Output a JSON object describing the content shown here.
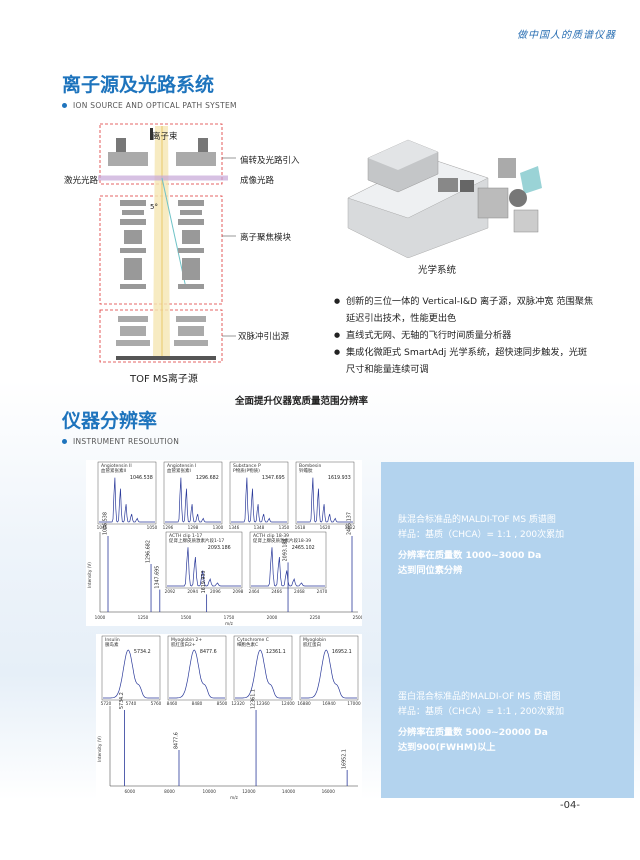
{
  "header": {
    "slogan": "做中国人的质谱仪器"
  },
  "section1": {
    "title": "离子源及光路系统",
    "subtitle": "ION SOURCE AND OPTICAL PATH SYSTEM",
    "diagram_labels": {
      "ion_beam": "离子束",
      "deflection": "偏转及光路引入",
      "laser_path": "激光光路",
      "imaging_path": "成像光路",
      "angle": "5°",
      "focus_module": "离子聚焦模块",
      "dual_pulse": "双脉冲引出源",
      "caption": "TOF MS离子源"
    },
    "optic_caption": "光学系统",
    "bullets": [
      "创新的三位一体的 Vertical-I&D 离子源，双脉冲宽   范围聚焦延迟引出技术，性能更出色",
      "直线式无网、无轴的飞行时间质量分析器",
      "集成化微距式 SmartAdj 光学系统，超快速同步触发，光斑尺寸和能量连续可调"
    ],
    "summary": "全面提升仪器宽质量范围分辨率"
  },
  "section2": {
    "title": "仪器分辨率",
    "subtitle": "INSTRUMENT RESOLUTION",
    "panel1": {
      "line1": "肽混合标准品的MALDI-TOF MS 质谱图",
      "line2": "样品：基质（CHCA）= 1:1 , 200次累加",
      "bold1": "分辨率在质量数 1000~3000 Da",
      "bold2": "达到同位素分辨"
    },
    "panel2": {
      "line1": "蛋白混合标准品的MALDI-OF MS 质谱图",
      "line2": "样品：基质（CHCA）= 1:1 , 200次累加",
      "bold1": "分辨率在质量数 5000~20000 Da",
      "bold2": "达到900(FWHM)以上"
    }
  },
  "spectra_top": {
    "insets": [
      {
        "name": "Angiotensin II",
        "sub": "血管紧张素II",
        "peak": "1046.538",
        "ticks": [
          "1045",
          "1050"
        ]
      },
      {
        "name": "Angiotensin I",
        "sub": "血管紧张素I",
        "peak": "1296.682",
        "ticks": [
          "1296",
          "1298",
          "1300"
        ]
      },
      {
        "name": "Substance P",
        "sub": "P物质(P物质)",
        "peak": "1347.695",
        "ticks": [
          "1346",
          "1348",
          "1350"
        ]
      },
      {
        "name": "Bombesin",
        "sub": "铃蟾肽",
        "peak": "1619.933",
        "ticks": [
          "1618",
          "1620",
          "1622"
        ]
      },
      {
        "name": "ACTH clip 1-17",
        "sub": "促肾上腺皮质激素片段1-17",
        "peak": "2093.186",
        "ticks": [
          "2092",
          "2094",
          "2096",
          "2098"
        ]
      },
      {
        "name": "ACTH clip 18-39",
        "sub": "促肾上腺皮质激素片段18-39",
        "peak": "2465.102",
        "ticks": [
          "2464",
          "2466",
          "2468",
          "2470"
        ]
      }
    ],
    "main_ticks": [
      "1000",
      "1250",
      "1500",
      "1750",
      "2000",
      "2250",
      "2500"
    ],
    "peaks": [
      "1046.538",
      "1296.682",
      "1347.695",
      "1619.933",
      "2093.186",
      "2465.137"
    ],
    "ylabel": "Intensity (V)",
    "xlabel": "m/z"
  },
  "spectra_bottom": {
    "insets": [
      {
        "name": "Insulin",
        "sub": "胰岛素",
        "peak": "5734.2",
        "ticks": [
          "5720",
          "5740",
          "5760"
        ]
      },
      {
        "name": "Myoglobin 2+",
        "sub": "肌红蛋白2+",
        "peak": "8477.6",
        "ticks": [
          "8460",
          "8480",
          "8500"
        ]
      },
      {
        "name": "Cytochrome C",
        "sub": "细胞色素C",
        "peak": "12361.1",
        "ticks": [
          "12320",
          "12360",
          "12400"
        ]
      },
      {
        "name": "Myoglobin",
        "sub": "肌红蛋白",
        "peak": "16952.1",
        "ticks": [
          "16880",
          "16940",
          "17000"
        ]
      }
    ],
    "main_ticks": [
      "6000",
      "8000",
      "10000",
      "12000",
      "14000",
      "16000"
    ],
    "peaks": [
      "5734.2",
      "8477.6",
      "12361.1",
      "16952.1"
    ],
    "ylabel": "Intensity (V)",
    "xlabel": "m/z"
  },
  "footer": {
    "page_number": "-04-"
  }
}
